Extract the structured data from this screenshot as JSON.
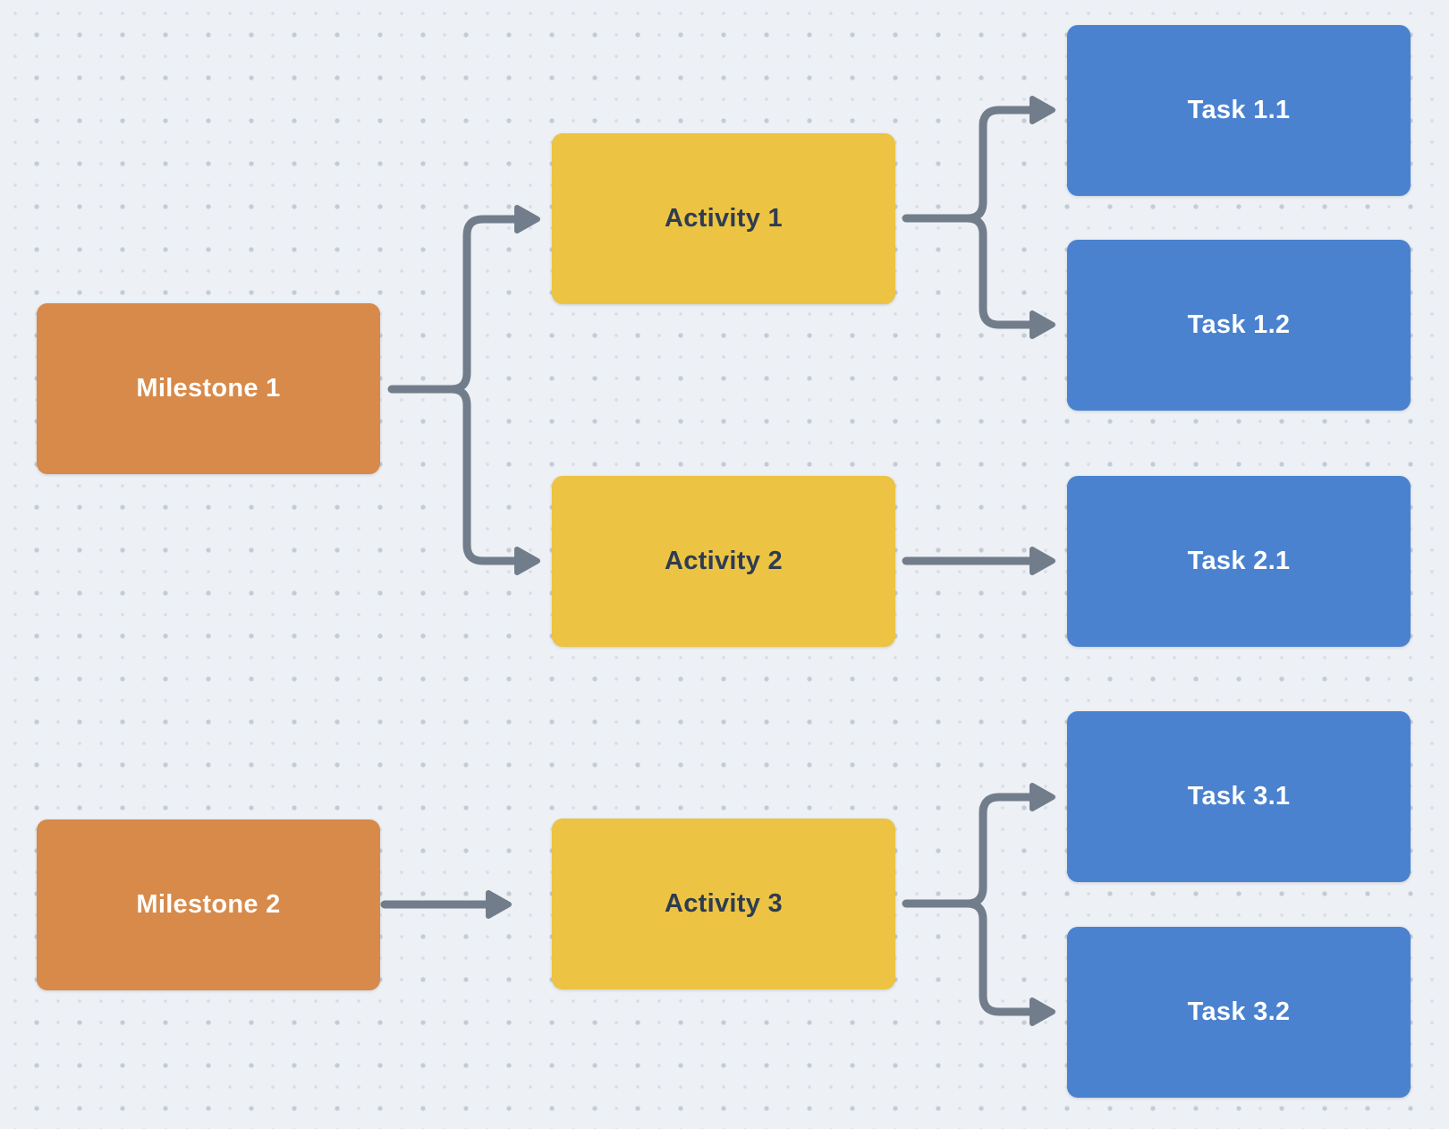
{
  "diagram": {
    "type": "flowchart",
    "nodes": [
      {
        "id": "milestone-1",
        "label": "Milestone 1",
        "type": "milestone"
      },
      {
        "id": "activity-1",
        "label": "Activity 1",
        "type": "activity"
      },
      {
        "id": "activity-2",
        "label": "Activity 2",
        "type": "activity"
      },
      {
        "id": "task-1-1",
        "label": "Task 1.1",
        "type": "task"
      },
      {
        "id": "task-1-2",
        "label": "Task 1.2",
        "type": "task"
      },
      {
        "id": "task-2-1",
        "label": "Task 2.1",
        "type": "task"
      },
      {
        "id": "milestone-2",
        "label": "Milestone 2",
        "type": "milestone"
      },
      {
        "id": "activity-3",
        "label": "Activity 3",
        "type": "activity"
      },
      {
        "id": "task-3-1",
        "label": "Task 3.1",
        "type": "task"
      },
      {
        "id": "task-3-2",
        "label": "Task 3.2",
        "type": "task"
      }
    ],
    "edges": [
      {
        "from": "Milestone 1",
        "to": "Activity 1"
      },
      {
        "from": "Milestone 1",
        "to": "Activity 2"
      },
      {
        "from": "Activity 1",
        "to": "Task 1.1"
      },
      {
        "from": "Activity 1",
        "to": "Task 1.2"
      },
      {
        "from": "Activity 2",
        "to": "Task 2.1"
      },
      {
        "from": "Milestone 2",
        "to": "Activity 3"
      },
      {
        "from": "Activity 3",
        "to": "Task 3.1"
      },
      {
        "from": "Activity 3",
        "to": "Task 3.2"
      }
    ],
    "colors": {
      "background": "#edf0f4",
      "grid_dot": "#c3cbd8",
      "milestone_fill": "#d78a4a",
      "milestone_text": "#ffffff",
      "activity_fill": "#ecc342",
      "activity_text": "#2e3c51",
      "task_fill": "#4a82cf",
      "task_text": "#ffffff",
      "connector": "#727d8b"
    }
  }
}
